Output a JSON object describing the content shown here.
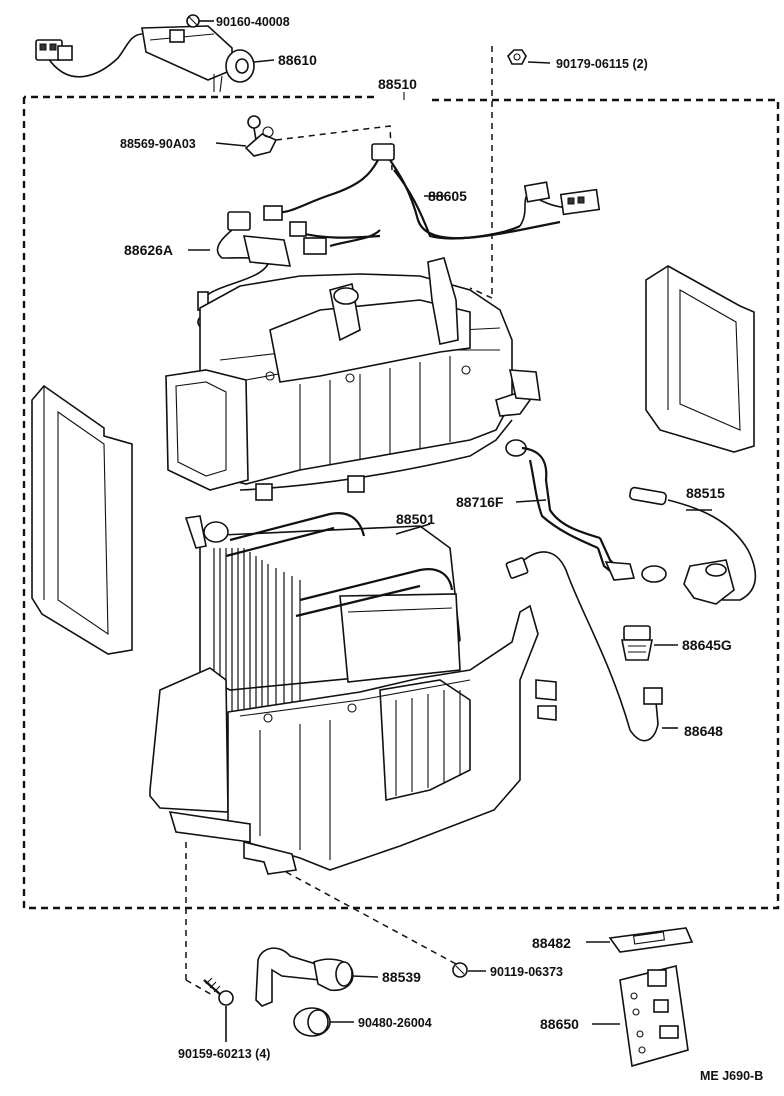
{
  "diagram": {
    "assembly_label": "88510",
    "footer_code": "ME  J690-B",
    "parts": [
      {
        "id": "p90160",
        "label": "90160-40008"
      },
      {
        "id": "p88610",
        "label": "88610"
      },
      {
        "id": "p90179",
        "label": "90179-06115 (2)"
      },
      {
        "id": "p88569",
        "label": "88569-90A03"
      },
      {
        "id": "p88605",
        "label": "88605"
      },
      {
        "id": "p88626A",
        "label": "88626A"
      },
      {
        "id": "p88501",
        "label": "88501"
      },
      {
        "id": "p88716F",
        "label": "88716F"
      },
      {
        "id": "p88515",
        "label": "88515"
      },
      {
        "id": "p88645G",
        "label": "88645G"
      },
      {
        "id": "p88648",
        "label": "88648"
      },
      {
        "id": "p88482",
        "label": "88482"
      },
      {
        "id": "p88539",
        "label": "88539"
      },
      {
        "id": "p90119",
        "label": "90119-06373"
      },
      {
        "id": "p90480",
        "label": "90480-26004"
      },
      {
        "id": "p88650",
        "label": "88650"
      },
      {
        "id": "p90159",
        "label": "90159-60213 (4)"
      }
    ]
  }
}
